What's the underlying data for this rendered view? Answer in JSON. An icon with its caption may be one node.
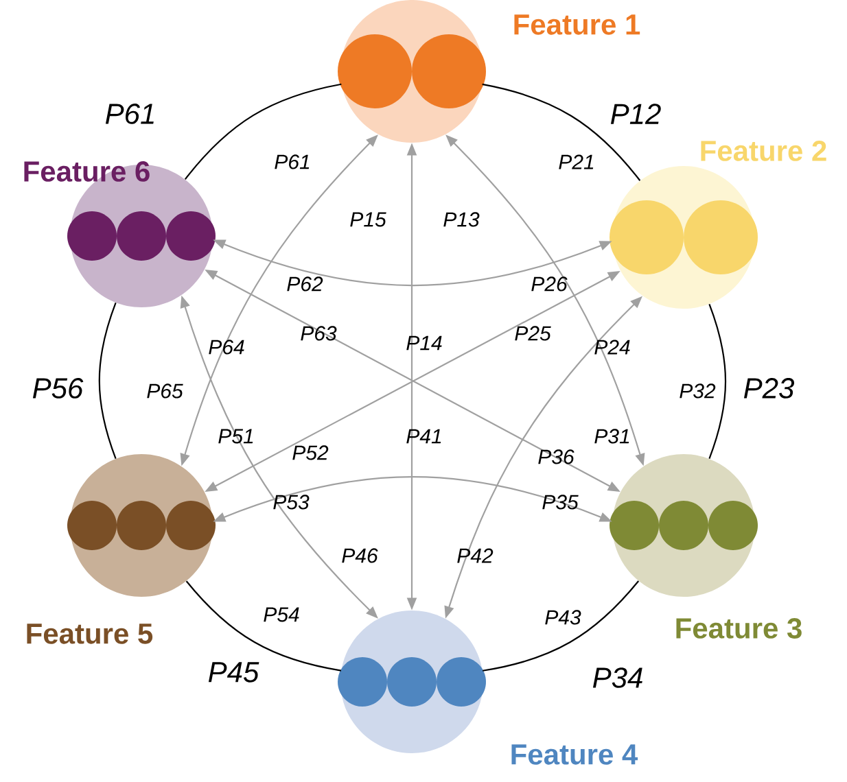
{
  "diagram": {
    "nodes": [
      {
        "text": [],
        "shape": "circle",
        "beside": [
          "Feature 1"
        ]
      },
      {
        "text": [],
        "shape": "circle",
        "beside": [
          "Feature 2"
        ]
      },
      {
        "text": [],
        "shape": "circle",
        "beside": [
          "Feature 3"
        ]
      },
      {
        "text": [],
        "shape": "circle",
        "beside": [
          "Feature 4"
        ]
      },
      {
        "text": [],
        "shape": "circle",
        "beside": [
          "Feature 5"
        ]
      },
      {
        "text": [],
        "shape": "circle",
        "beside": [
          "Feature 6"
        ]
      }
    ],
    "edges": [
      {
        "from": 0,
        "to": 1,
        "arrow": "none",
        "color": "#000000"
      },
      {
        "from": 1,
        "to": 2,
        "arrow": "none",
        "color": "#000000"
      },
      {
        "from": 2,
        "to": 3,
        "arrow": "none",
        "color": "#000000"
      },
      {
        "from": 3,
        "to": 4,
        "arrow": "none",
        "color": "#000000"
      },
      {
        "from": 4,
        "to": 5,
        "arrow": "none",
        "color": "#000000"
      },
      {
        "from": 5,
        "to": 0,
        "arrow": "none",
        "color": "#000000"
      },
      {
        "from": 0,
        "to": 2,
        "arrow": "both"
      },
      {
        "from": 0,
        "to": 3,
        "arrow": "both"
      },
      {
        "from": 0,
        "to": 4,
        "arrow": "both"
      },
      {
        "from": 1,
        "to": 3,
        "arrow": "both"
      },
      {
        "from": 1,
        "to": 4,
        "arrow": "both"
      },
      {
        "from": 1,
        "to": 5,
        "arrow": "both"
      },
      {
        "from": 2,
        "to": 4,
        "arrow": "both"
      },
      {
        "from": 2,
        "to": 5,
        "arrow": "both"
      },
      {
        "from": 3,
        "to": 5,
        "arrow": "both"
      }
    ],
    "labels": [
      "P61",
      "P12",
      "P61",
      "P21",
      "P15",
      "P13",
      "P62",
      "P26",
      "P64",
      "P63",
      "P14",
      "P25",
      "P24",
      "P56",
      "P65",
      "P32",
      "P23",
      "P51",
      "P52",
      "P41",
      "P36",
      "P31",
      "P53",
      "P35",
      "P46",
      "P42",
      "P54",
      "P43",
      "P45",
      "P34"
    ]
  }
}
